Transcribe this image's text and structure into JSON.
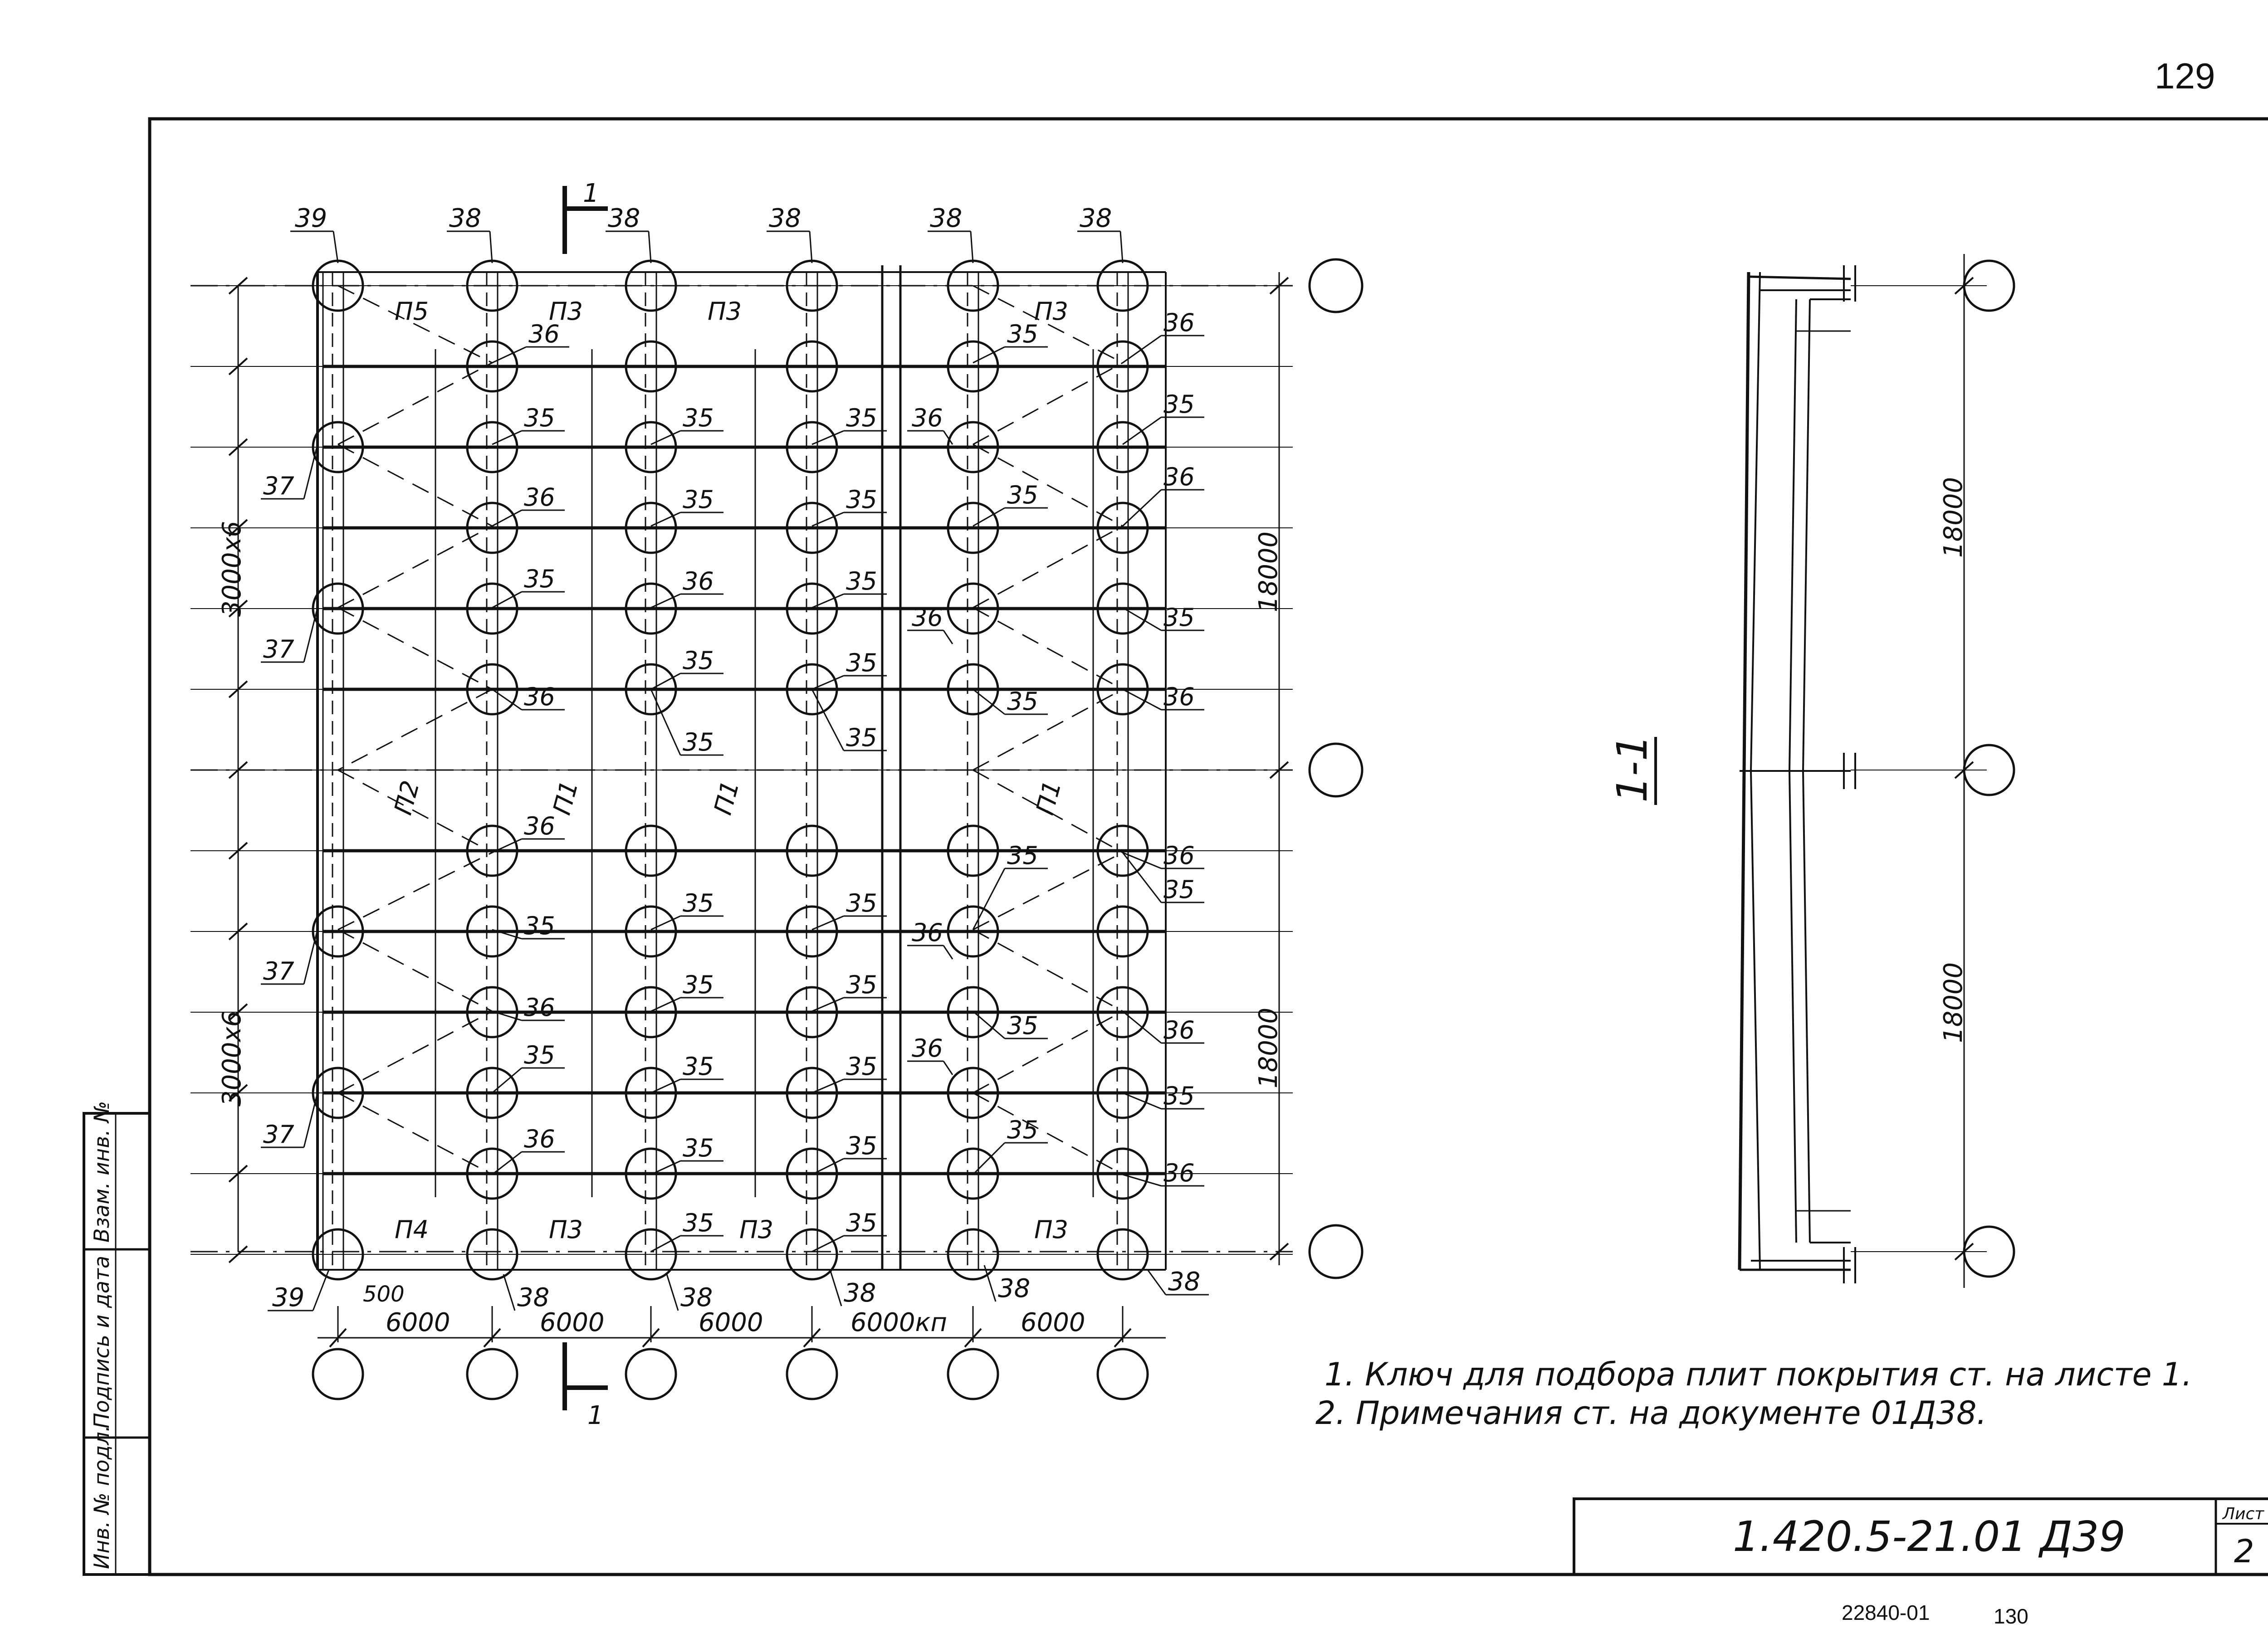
{
  "page_number": "129",
  "section_mark": "1",
  "section_title": "1-1",
  "column_labels": [
    "38",
    "38",
    "38",
    "38",
    "38"
  ],
  "corner_labels": {
    "top_left": "39",
    "bottom_left": "39",
    "bottom_right": "38"
  },
  "top_panels": [
    "П5",
    "П3",
    "П3",
    "П3"
  ],
  "bottom_panels": [
    "П4",
    "П3",
    "П3",
    "П3"
  ],
  "middle_panels": [
    "П2",
    "П1",
    "П1",
    "П1"
  ],
  "left_dims": [
    "3000x6",
    "3000x6"
  ],
  "span_dims": [
    "18000",
    "18000"
  ],
  "section_dims": [
    "18000",
    "18000"
  ],
  "bottom_dims": [
    "500",
    "6000",
    "6000",
    "6000",
    "6000кп",
    "6000"
  ],
  "bottom_node_labels": [
    "38",
    "38",
    "38",
    "38"
  ],
  "node_codes": {
    "c35": "35",
    "c36": "36",
    "c37": "37"
  },
  "notes": [
    "1. Ключ для подбора плит покрытия ст. на листе 1.",
    "2. Примечания ст. на документе 01Д38."
  ],
  "side_stamp": [
    "Инв. № подл.",
    "Подпись и дата",
    "Взам. инв. №"
  ],
  "title_block": {
    "doc_code": "1.420.5-21.01 Д39",
    "sheet_label": "Лист",
    "sheet_number": "2"
  },
  "footer": {
    "archive_number": "22840-01",
    "page_number": "130"
  }
}
